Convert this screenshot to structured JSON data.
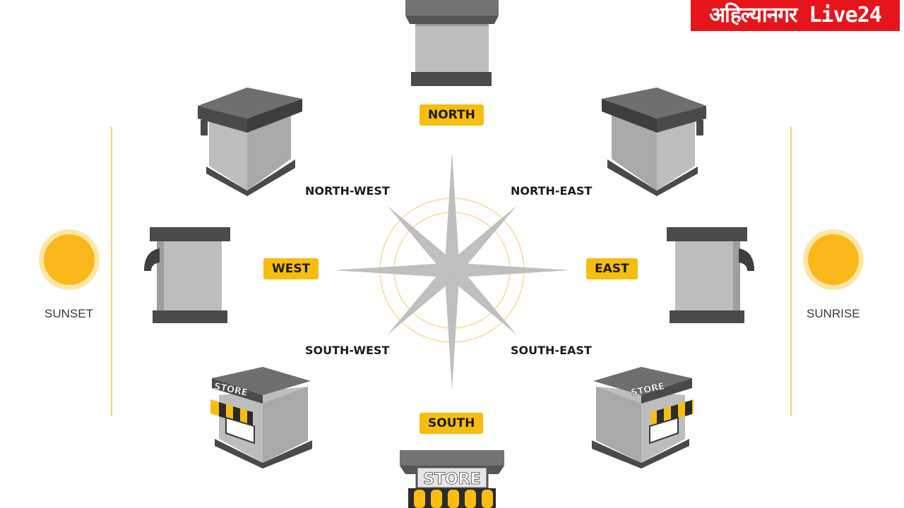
{
  "logo": {
    "text": "अहिल्यानगर Live24"
  },
  "directions": {
    "north": "NORTH",
    "south": "SOUTH",
    "east": "EAST",
    "west": "WEST",
    "north_west": "NORTH-WEST",
    "north_east": "NORTH-EAST",
    "south_west": "SOUTH-WEST",
    "south_east": "SOUTH-EAST"
  },
  "sun": {
    "sunset": "SUNSET",
    "sunrise": "SUNRISE"
  },
  "stores": {
    "sign_text": "STORE"
  },
  "colors": {
    "accent": "#f8bd0f",
    "sun": "#fbb81a",
    "building_dark": "#4a4a4a",
    "building_light": "#b9b9b9",
    "compass": "#bdbdbd",
    "logo_bg": "#e8141b"
  }
}
